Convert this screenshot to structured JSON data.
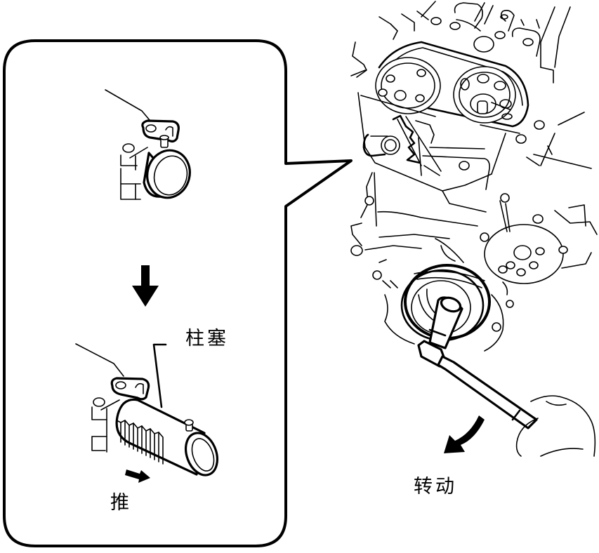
{
  "figure": {
    "type": "technical line illustration",
    "subject": "engine timing chain tensioner check while rotating crankshaft",
    "callout": {
      "view_before": "tensioner-with-stopper-plate-locked",
      "view_after": "tensioner-with-plunger-extended",
      "step_arrow_direction": "down"
    },
    "labels": {
      "plunger": "柱塞",
      "push": "推",
      "rotate": "转动"
    },
    "arrows": {
      "push_direction": "down-right",
      "rotate_direction": "counterclockwise-down-left"
    },
    "colors": {
      "line": "#000000",
      "background": "#ffffff"
    }
  }
}
